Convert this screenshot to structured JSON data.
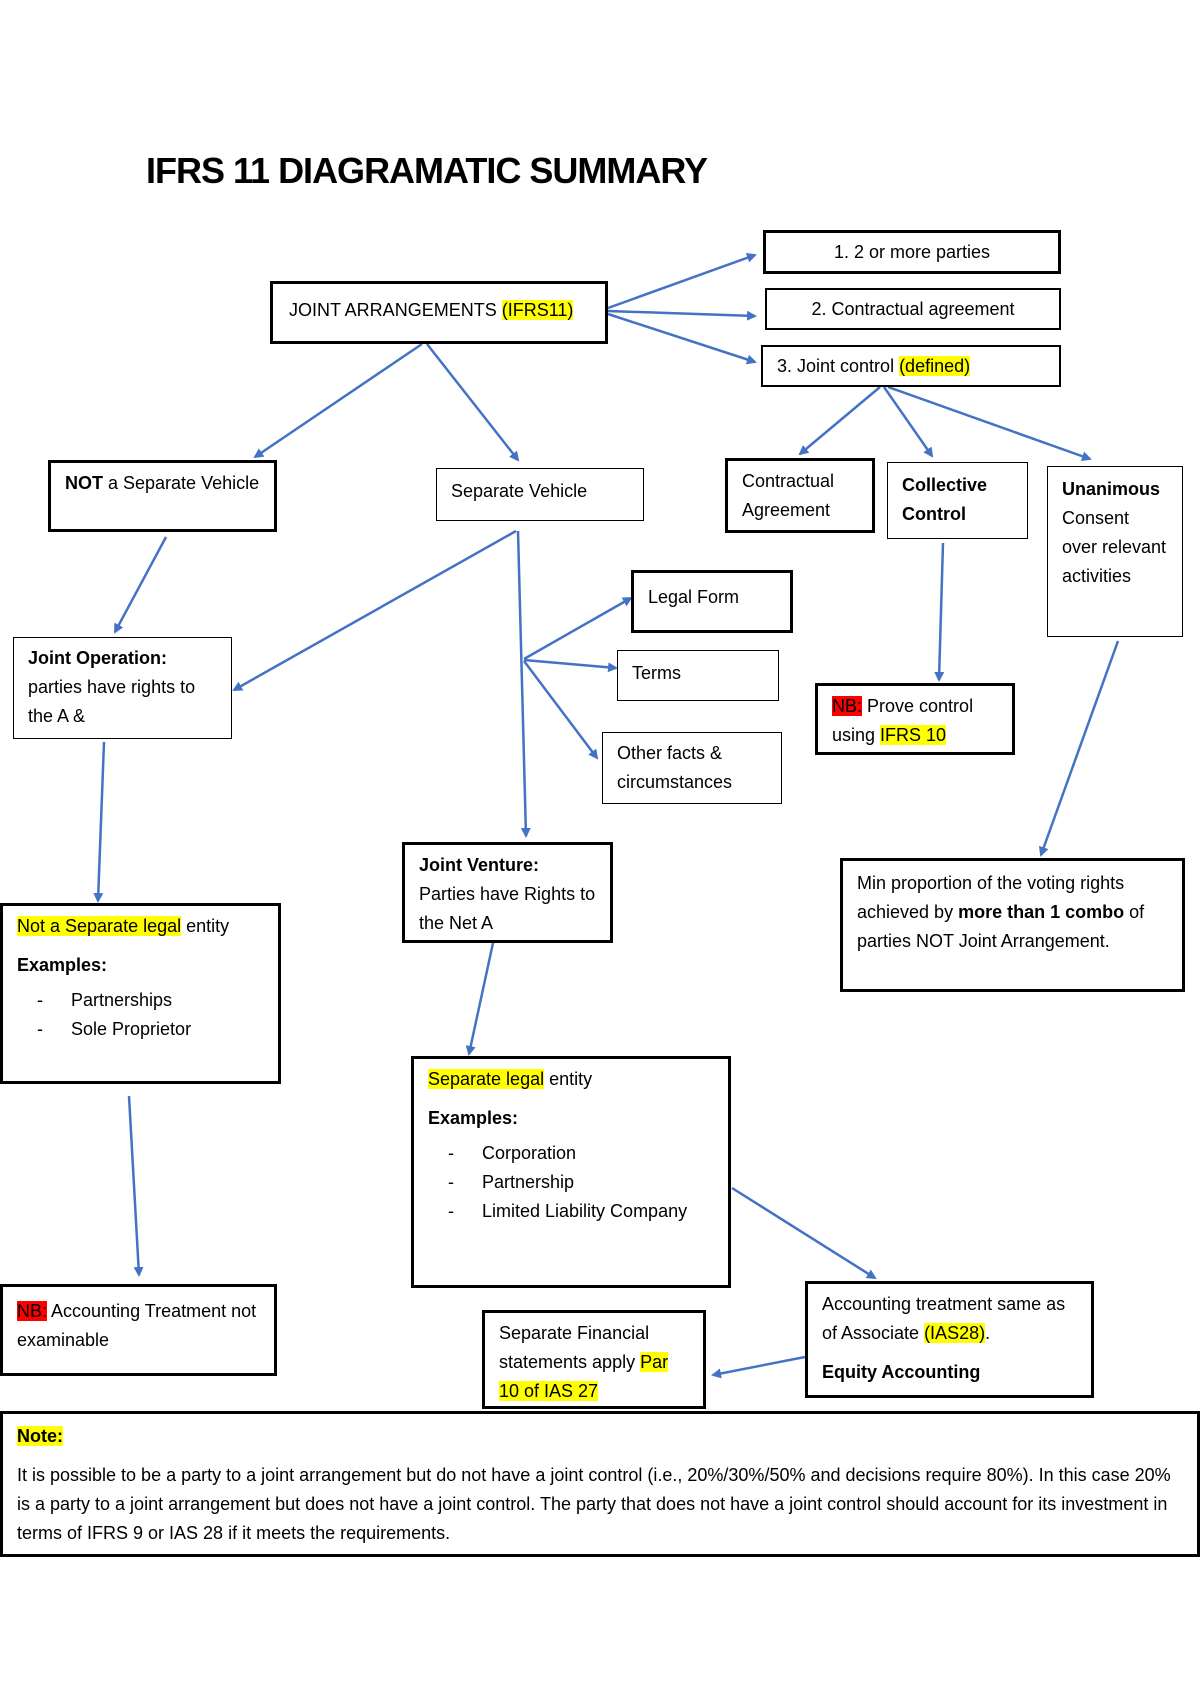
{
  "title": "IFRS 11 DIAGRAMATIC SUMMARY",
  "criteria": {
    "item1": "1.    2 or more parties",
    "item2": "2. Contractual agreement",
    "item3_prefix": "3. Joint control ",
    "item3_highlight": "(defined)"
  },
  "joint_arrangements": {
    "label": "JOINT ARRANGEMENTS ",
    "highlight": "(IFRS11)"
  },
  "not_separate_vehicle": {
    "bold": "NOT",
    "rest": " a Separate Vehicle"
  },
  "separate_vehicle": "Separate Vehicle",
  "factors": {
    "legal_form": "Legal Form",
    "terms": "Terms",
    "other": "Other facts & circumstances"
  },
  "joint_control_elements": {
    "contractual": "Contractual Agreement",
    "collective": "Collective Control",
    "unanimous_bold": "Unanimous",
    "unanimous_rest": "Consent over relevant activities"
  },
  "prove_control": {
    "nb": "NB:",
    "text1": " Prove control using ",
    "highlight": "IFRS 10"
  },
  "min_proportion": {
    "text1": "Min proportion of the voting rights achieved by ",
    "bold1": "more than 1 combo",
    "text2": " of parties NOT Joint Arrangement."
  },
  "joint_operation": {
    "bold": "Joint Operation:",
    "text": "parties have rights to the A &"
  },
  "joint_venture": {
    "bold": "Joint Venture:",
    "text": "Parties have Rights to the Net A"
  },
  "not_separate_entity": {
    "highlight": "Not a Separate legal",
    "rest": " entity",
    "examples_label": "Examples:",
    "examples": [
      "Partnerships",
      "Sole Proprietor"
    ]
  },
  "separate_entity": {
    "highlight": "Separate legal",
    "rest": " entity",
    "examples_label": "Examples:",
    "examples": [
      "Corporation",
      "Partnership",
      "Limited Liability Company"
    ]
  },
  "accounting_not_examinable": {
    "nb": "NB:",
    "text": " Accounting Treatment not examinable"
  },
  "separate_fs": {
    "text": "Separate Financial statements apply ",
    "highlight": "Par 10 of IAS 27"
  },
  "associate_treatment": {
    "text": "Accounting treatment same as of Associate ",
    "highlight": "(IAS28)",
    "dot": ".",
    "bold": "Equity Accounting"
  },
  "note": {
    "label": "Note:",
    "text": "It is possible to be a party to a joint arrangement but do not have a joint control (i.e., 20%/30%/50% and decisions require 80%). In this case 20% is a party to a joint arrangement but does not have a joint control. The party that does not have a joint control should account for its investment in terms of IFRS 9 or IAS 28 if it meets the requirements."
  },
  "colors": {
    "arrow": "#4472C4",
    "highlight": "#FFFF00",
    "nb": "#FF0000"
  }
}
